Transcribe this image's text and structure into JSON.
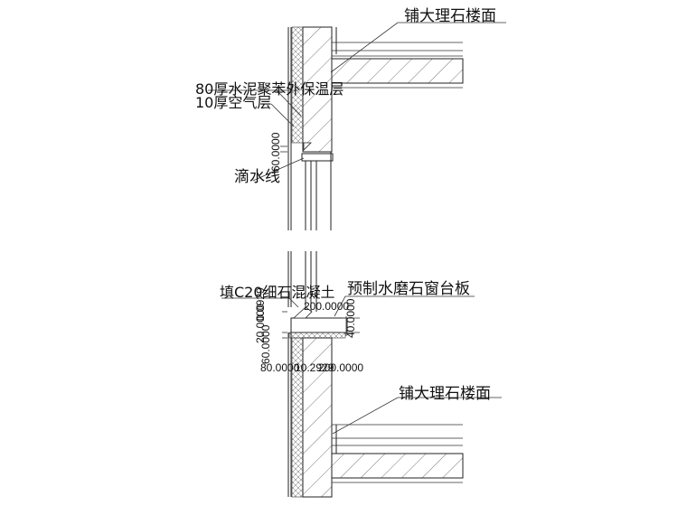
{
  "labels": {
    "floor_top": "铺大理石楼面",
    "insulation": "80厚水泥聚苯外保温层",
    "air_gap": "10厚空气层",
    "drip_line": "滴水线",
    "fill_concrete": "填C20细石混凝土",
    "windowsill": "预制水磨石窗台板",
    "floor_bottom": "铺大理石楼面"
  },
  "dimensions": {
    "drip_height": "60.0000",
    "sill_width": "200.0000",
    "sill_height": "40.0000",
    "left_stack": "60.0000",
    "left_stack_2": "20.0000",
    "left_stack_3": "0.0929",
    "bottom_left": "80.0000",
    "bottom_mid": "10.2929",
    "bottom_right": "200.0000"
  }
}
